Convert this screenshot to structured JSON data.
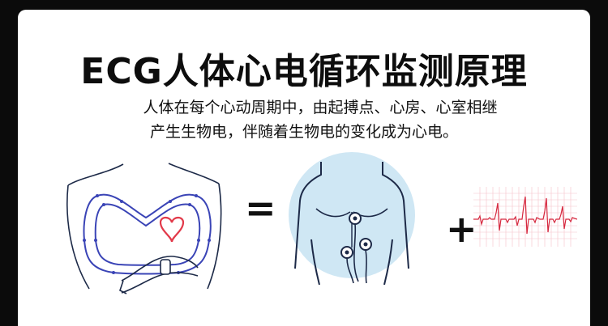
{
  "heading": {
    "title": "ECG人体心电循环监测原理",
    "line1": "人体在每个心动周期中，由起搏点、心房、心室相继",
    "line2": "产生生物电，伴随着生物电的变化成为心电。"
  },
  "operators": {
    "equals": "=",
    "plus": "+"
  },
  "colors": {
    "loop_blue": "#3a44b6",
    "heart_red": "#e23a4a",
    "ring_light_blue": "#cfe7f4",
    "outline_dark": "#1d2a48",
    "ecg_trace": "#d6283f",
    "grid_pink": "#f6c2c9"
  },
  "icons": {
    "torso_with_loop": "torso-circulation-icon",
    "heart": "heart-icon",
    "electrode_torso": "chest-electrodes-icon",
    "ecg_strip": "ecg-waveform-icon"
  }
}
